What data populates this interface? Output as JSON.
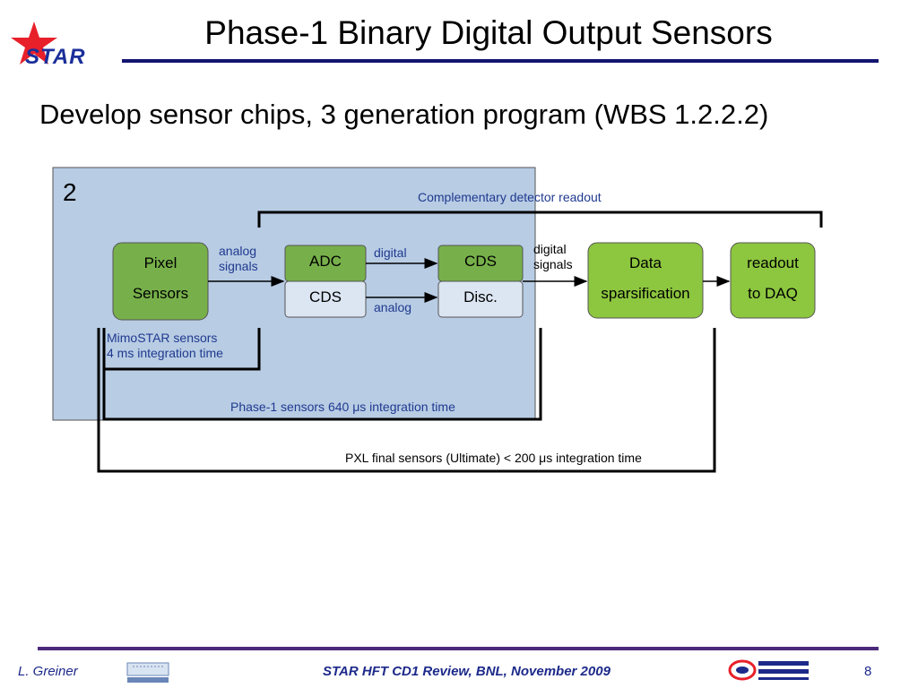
{
  "header": {
    "title": "Phase-1 Binary Digital Output Sensors",
    "logo_text": "STAR",
    "accent_color": "#141470",
    "star_color": "#e8202a"
  },
  "subtitle": "Develop sensor chips, 3 generation program (WBS 1.2.2.2)",
  "diagram": {
    "panel_number": "2",
    "panel_color": "#b8cce4",
    "complementary_label": "Complementary detector readout",
    "blocks": {
      "pixel_sensors": [
        "Pixel",
        "Sensors"
      ],
      "adc": "ADC",
      "cds_left": "CDS",
      "cds_right": "CDS",
      "disc": "Disc.",
      "data_sparsification": [
        "Data",
        "sparsification"
      ],
      "readout_daq": [
        "readout",
        "to DAQ"
      ]
    },
    "signal_labels": {
      "analog_signals": [
        "analog",
        "signals"
      ],
      "digital": "digital",
      "analog": "analog",
      "digital_signals": [
        "digital",
        "signals"
      ]
    },
    "groups": {
      "mimostar": [
        "MimoSTAR sensors",
        "4 ms integration time"
      ],
      "phase1": "Phase-1 sensors  640 μs integration time",
      "pxl_final": "PXL final sensors (Ultimate)  < 200 μs integration time"
    },
    "colors": {
      "green_dark": "#77b04a",
      "green_light": "#8dc63f",
      "block_light": "#dce6f2"
    }
  },
  "footer": {
    "author": "L. Greiner",
    "center": "STAR HFT CD1 Review, BNL, November 2009",
    "page_number": "8"
  }
}
